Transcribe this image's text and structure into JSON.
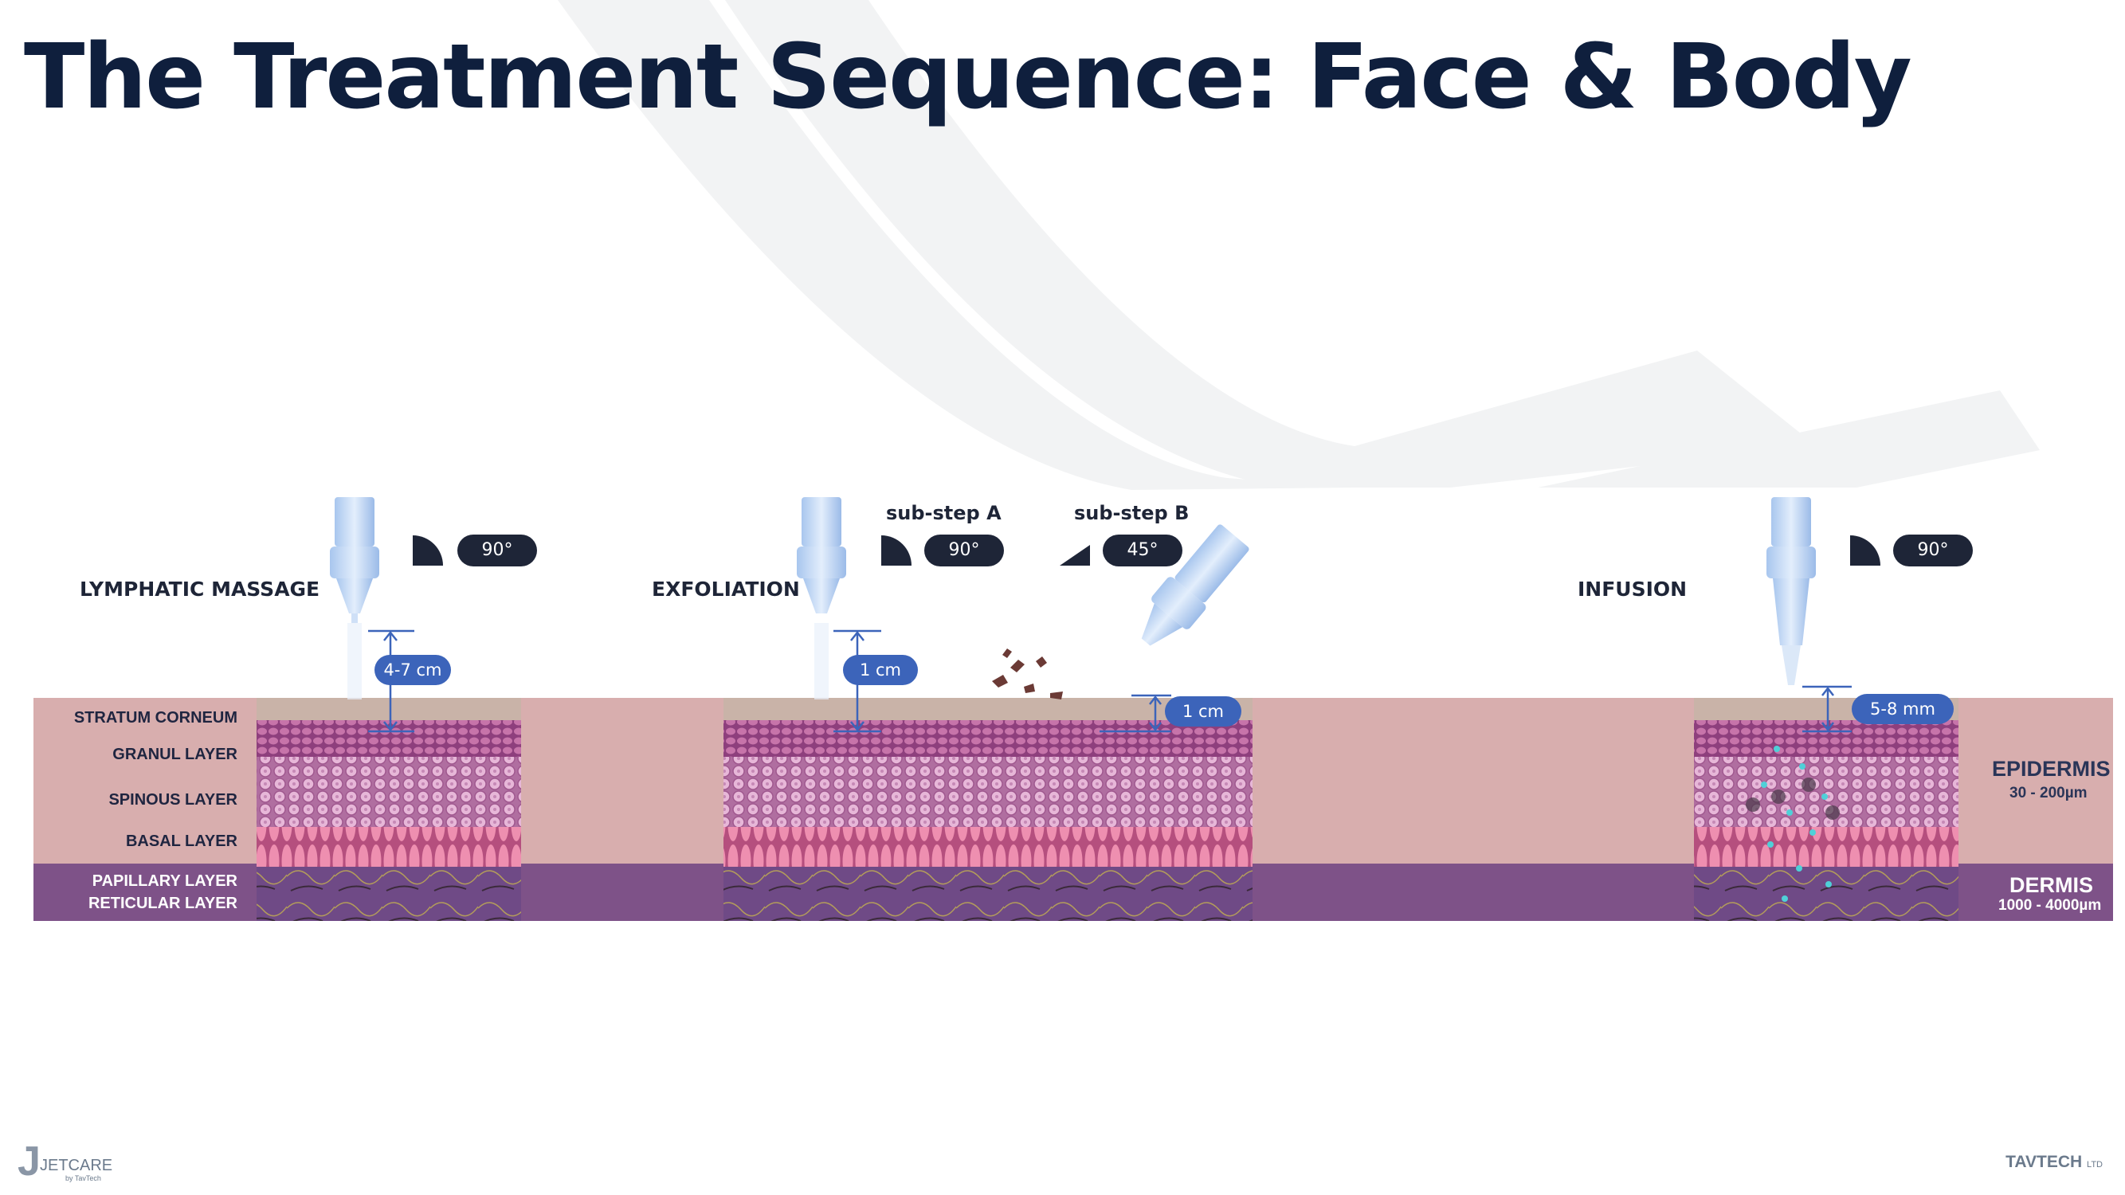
{
  "slide": {
    "title": "The Treatment Sequence: Face & Body"
  },
  "colors": {
    "title": "#0f1f3d",
    "epidermis_band": "#d8aeae",
    "dermis_band": "#7e5288",
    "pill_dark": "#1e2537",
    "measure_blue": "#3c64ba",
    "stripe_gray": "#f2f3f4"
  },
  "steps": {
    "lymphatic": {
      "label": "LYMPHATIC MASSAGE",
      "angle": "90°",
      "distance": "4-7 cm"
    },
    "exfoliation": {
      "label": "EXFOLIATION",
      "distance": "1 cm",
      "sub_a": {
        "label": "sub-step A",
        "angle": "90°"
      },
      "sub_b": {
        "label": "sub-step B",
        "angle": "45°",
        "distance": "1 cm"
      }
    },
    "infusion": {
      "label": "INFUSION",
      "angle": "90°",
      "distance": "5-8 mm"
    }
  },
  "layers": {
    "stratum": "STRATUM CORNEUM",
    "granul": "GRANUL LAYER",
    "spinous": "SPINOUS LAYER",
    "basal": "BASAL LAYER",
    "papillary": "PAPILLARY LAYER",
    "reticular": "RETICULAR LAYER"
  },
  "zones": {
    "epidermis": {
      "name": "EPIDERMIS",
      "range": "30 - 200µm"
    },
    "dermis": {
      "name": "DERMIS",
      "range": "1000 - 4000µm"
    }
  },
  "branding": {
    "left_logo": "JETCARE",
    "left_logo_sub": "by TavTech",
    "right_logo": "TAVTECH",
    "right_logo_suffix": "LTD"
  }
}
